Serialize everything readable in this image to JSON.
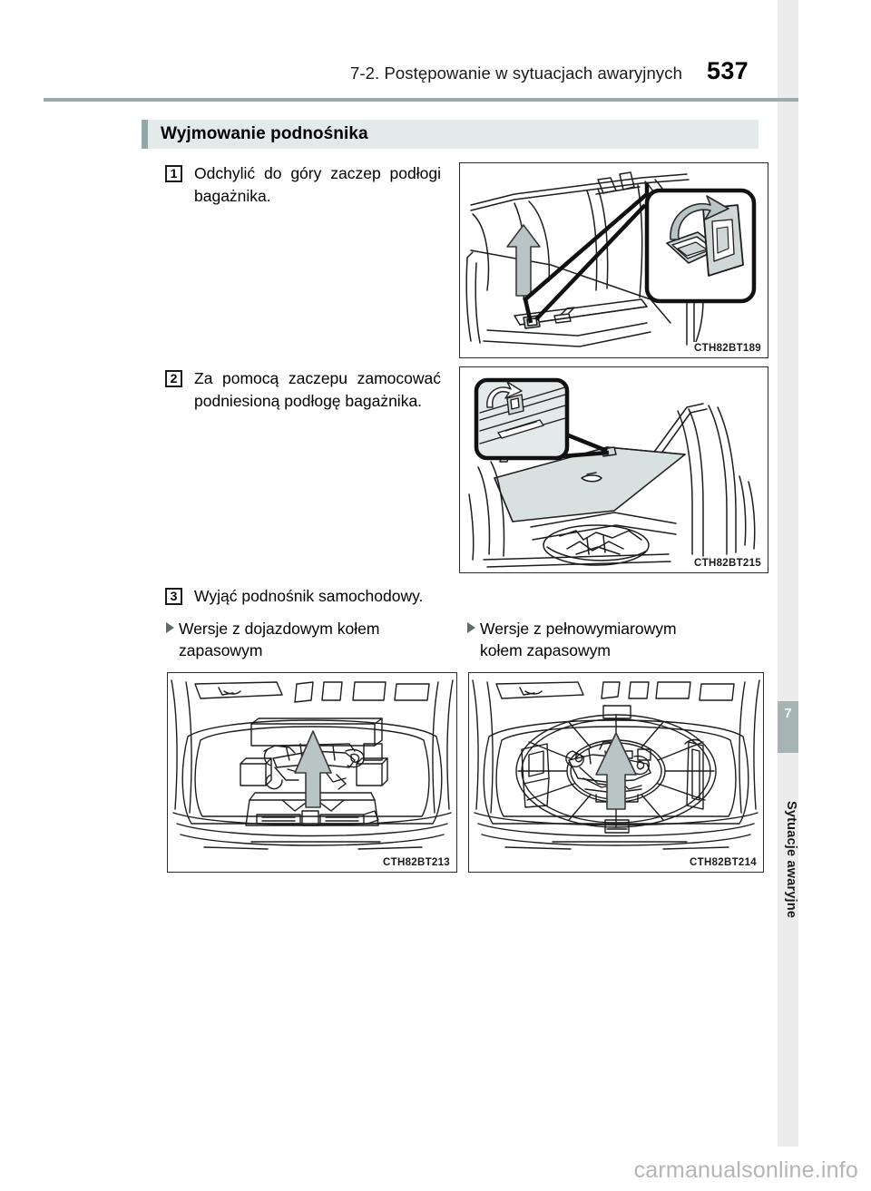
{
  "header": {
    "title": "7-2. Postępowanie w sytuacjach awaryjnych",
    "page_number": "537"
  },
  "section": {
    "title": "Wyjmowanie podnośnika",
    "accent_color": "#93a7a7",
    "bar_color": "#e4e9e9"
  },
  "steps": [
    {
      "number": "1",
      "text": "Odchylić do góry zaczep podłogi bagażnika."
    },
    {
      "number": "2",
      "text": "Za pomocą zaczepu zamocować podniesioną podłogę bagażnika."
    },
    {
      "number": "3",
      "text": "Wyjąć podnośnik samochodowy."
    }
  ],
  "variants": [
    {
      "line1": "Wersje z dojazdowym kołem",
      "line2": "zapasowym"
    },
    {
      "line1": "Wersje z pełnowymiarowym",
      "line2": "kołem zapasowym"
    }
  ],
  "figures": [
    {
      "code": "CTH82BT189",
      "alt": "trunk-hook-flip-up-illustration"
    },
    {
      "code": "CTH82BT215",
      "alt": "trunk-floor-secured-by-hook-illustration"
    },
    {
      "code": "CTH82BT213",
      "alt": "compact-spare-wheel-jack-location-illustration"
    },
    {
      "code": "CTH82BT214",
      "alt": "full-size-spare-wheel-jack-location-illustration"
    }
  ],
  "sidebar": {
    "chapter_number": "7",
    "chapter_label": "Sytuacje awaryjne",
    "tab_color": "#a6b4b4",
    "strip_color": "#ececec"
  },
  "watermark": {
    "text": "carmanualsonline.info"
  }
}
